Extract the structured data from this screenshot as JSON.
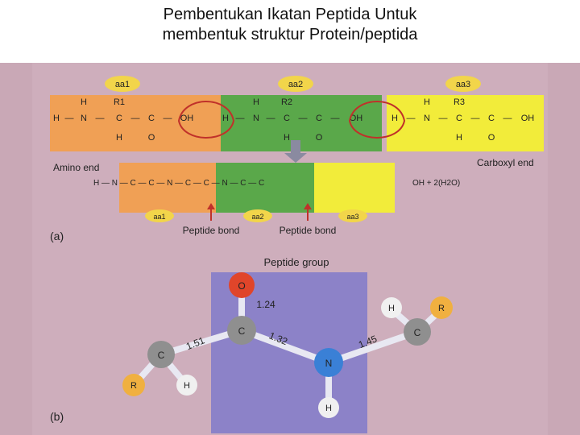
{
  "title": {
    "line1": "Pembentukan Ikatan Peptida Untuk",
    "line2": "membentuk struktur Protein/peptida"
  },
  "colors": {
    "aa1": "#f0a055",
    "aa2": "#5aa84a",
    "aa3": "#f2ec3a",
    "peptide_panel": "#8c82c8",
    "oxygen": "#e0452a",
    "nitrogen": "#3a80d6",
    "carbon": "#8f8f8f",
    "hydrogen": "#f0f0f0",
    "r_group": "#f0b040",
    "background_page": "#c9a8b6"
  },
  "panel_a": {
    "label": "(a)",
    "aa_labels": [
      "aa1",
      "aa2",
      "aa3"
    ],
    "top_atoms": {
      "aa1": [
        "H",
        "R1",
        "H",
        "—",
        "N",
        "—",
        "C",
        "—",
        "C",
        "—",
        "OH",
        "H",
        "O"
      ],
      "aa2": [
        "H",
        "R2",
        "H",
        "—",
        "N",
        "—",
        "C",
        "—",
        "C",
        "—",
        "OH",
        "H",
        "O"
      ],
      "aa3": [
        "H",
        "R3",
        "H",
        "—",
        "N",
        "—",
        "C",
        "—",
        "C",
        "—",
        "OH",
        "H",
        "O"
      ]
    },
    "amino_end": "Amino end",
    "carboxyl_end": "Carboxyl end",
    "water": "OH + 2(H2O)",
    "peptide_bond": "Peptide bond"
  },
  "panel_b": {
    "label": "(b)",
    "header": "Peptide group",
    "atoms": [
      "O",
      "C",
      "N",
      "H",
      "C",
      "R",
      "H",
      "C",
      "H",
      "R"
    ],
    "bond_lengths": [
      "1.24",
      "1.51",
      "1.32",
      "1.45"
    ]
  }
}
